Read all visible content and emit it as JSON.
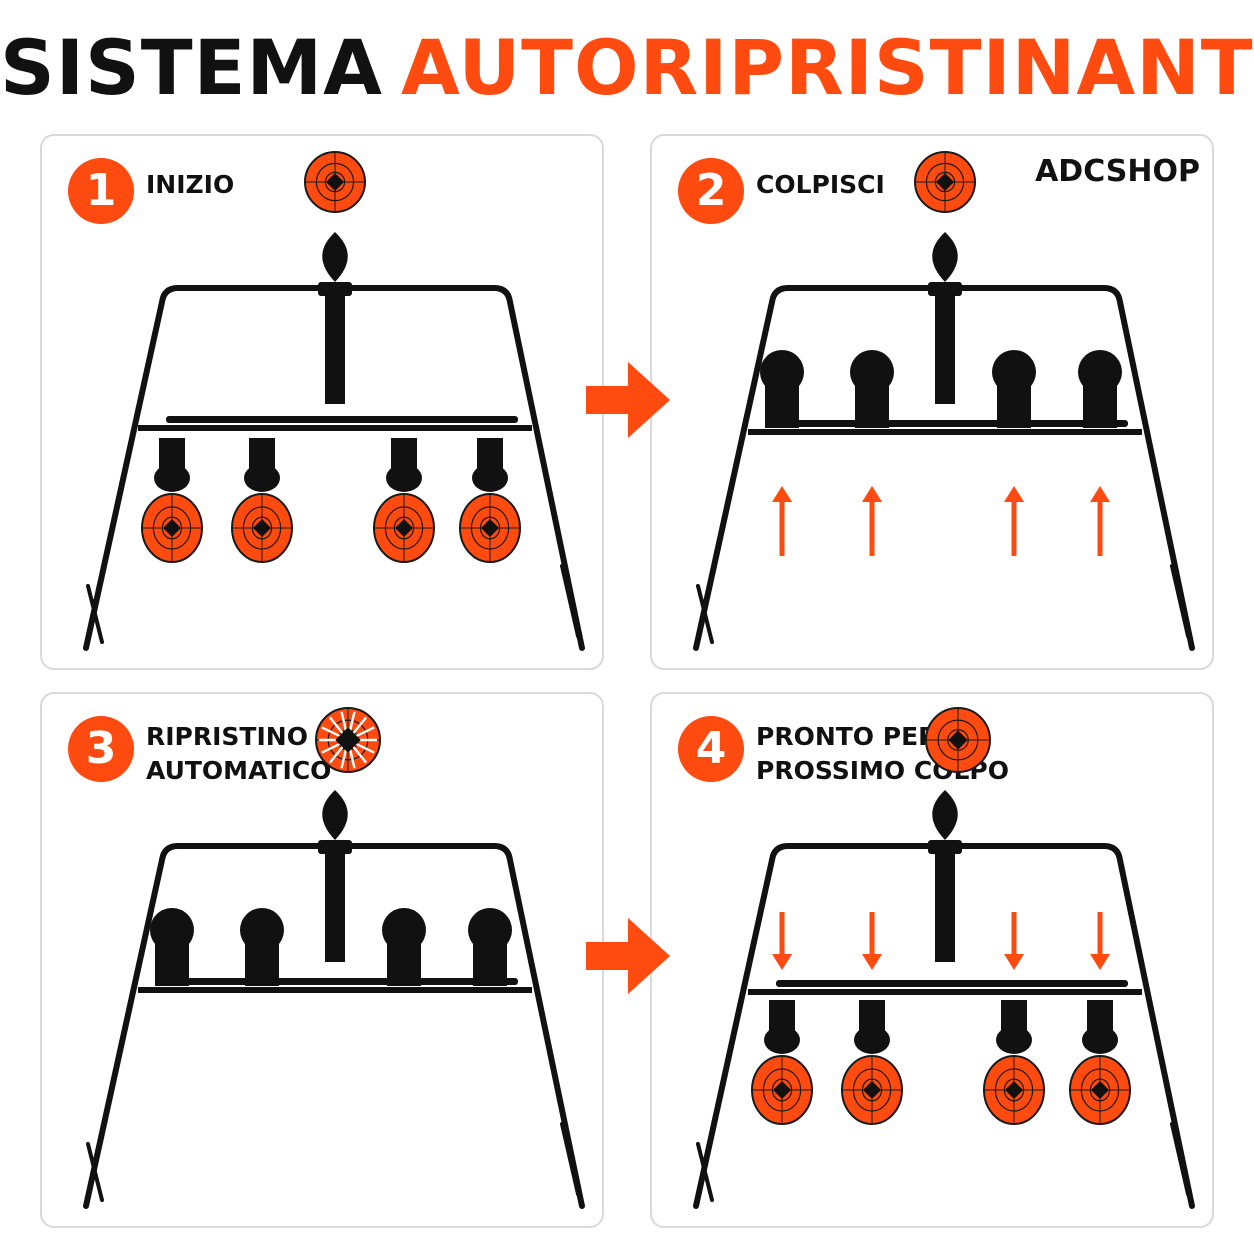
{
  "title": {
    "part1": "SISTEMA",
    "part2": "AUTORIPRISTINANTE"
  },
  "brand": "ADCSHOP",
  "steps": [
    {
      "number": "1",
      "label": "INIZIO",
      "state": "targets-down"
    },
    {
      "number": "2",
      "label": "COLPISCI",
      "state": "targets-up"
    },
    {
      "number": "3",
      "label": "RIPRISTINO\nAUTOMATICO",
      "state": "top-hit"
    },
    {
      "number": "4",
      "label": "PRONTO PER IL\nPROSSIMO COLPO",
      "state": "reset"
    }
  ],
  "colors": {
    "accent": "#ff4a10",
    "frame": "#111111",
    "panel_border": "#d9d9d9"
  },
  "icons": [
    "arrow-right-icon",
    "arrow-up-icon",
    "arrow-down-icon",
    "target-icon"
  ]
}
